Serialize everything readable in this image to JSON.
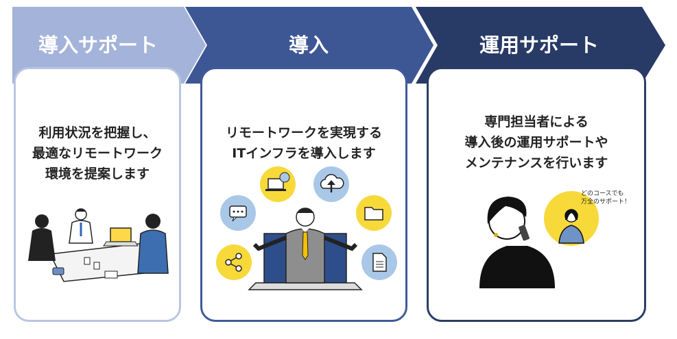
{
  "steps": [
    {
      "title": "導入サポート",
      "lines": [
        "利用状況を把握し、",
        "最適なリモートワーク",
        "環境を提案します"
      ],
      "color": "#a4b3d9"
    },
    {
      "title": "導入",
      "lines": [
        "リモートワークを実現する",
        "ITインフラを導入します"
      ],
      "color": "#3d5795"
    },
    {
      "title": "運用サポート",
      "lines": [
        "専門担当者による",
        "導入後の運用サポートや",
        "メンテナンスを行います"
      ],
      "color": "#283a66"
    }
  ],
  "speech_bubble": {
    "lines": [
      "どのコースでも",
      "万全のサポート！"
    ]
  },
  "icons": [
    "chat-icon",
    "laptop-globe-icon",
    "cloud-upload-icon",
    "folder-icon",
    "share-icon",
    "document-icon"
  ],
  "accent_colors": {
    "yellow": "#f7d93a",
    "light_blue": "#a9c8e8"
  }
}
